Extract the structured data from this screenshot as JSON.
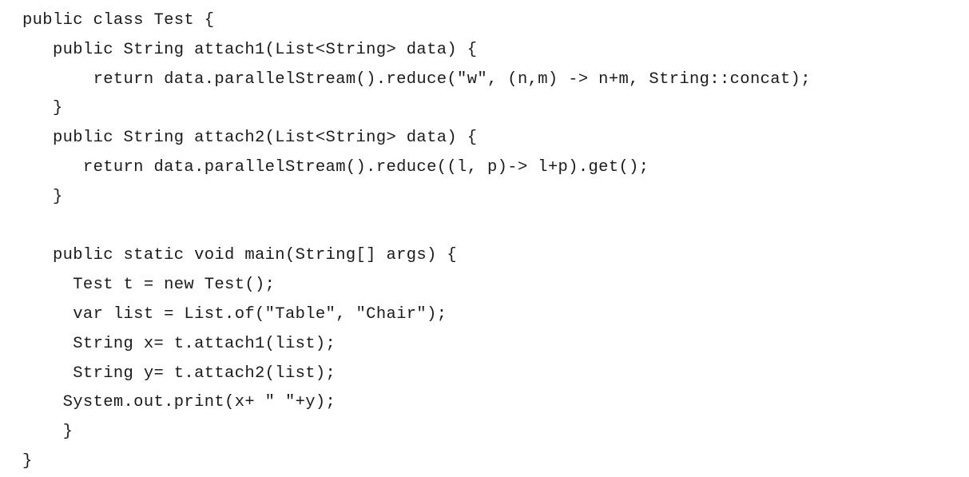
{
  "document": {
    "kind": "code-snippet",
    "language": "java",
    "class_name": "Test",
    "background_color": "#ffffff",
    "text_color": "#1b1b1f"
  },
  "code": {
    "lines": [
      "public class Test {",
      "   public String attach1(List<String> data) {",
      "       return data.parallelStream().reduce(\"w\", (n,m) -> n+m, String::concat);",
      "   }",
      "   public String attach2(List<String> data) {",
      "      return data.parallelStream().reduce((l, p)-> l+p).get();",
      "   }",
      "",
      "   public static void main(String[] args) {",
      "     Test t = new Test();",
      "     var list = List.of(\"Table\", \"Chair\");",
      "     String x= t.attach1(list);",
      "     String y= t.attach2(list);",
      "    System.out.print(x+ \" \"+y);",
      "    }",
      "}"
    ]
  }
}
